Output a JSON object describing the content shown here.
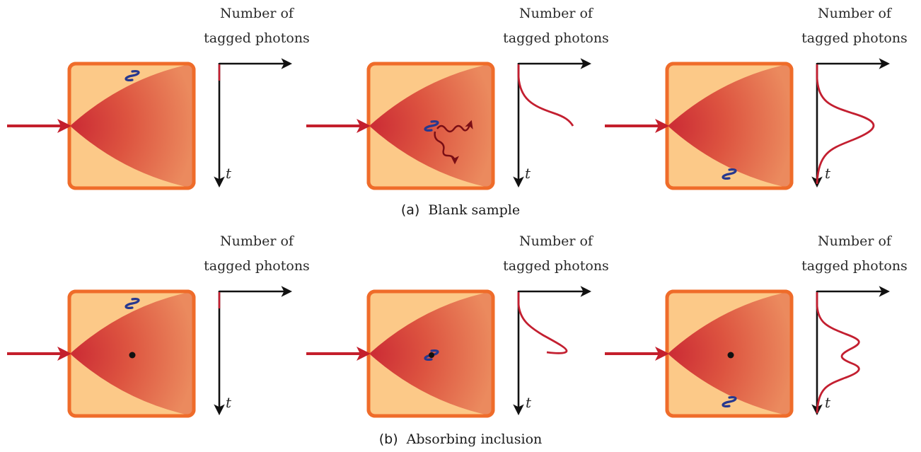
{
  "rows": [
    {
      "caption_letter": "(a)",
      "caption_text": "Blank sample",
      "panels": [
        {
          "axis_label_line1": "Number of",
          "axis_label_line2": "tagged photons",
          "time_label": "t"
        },
        {
          "axis_label_line1": "Number of",
          "axis_label_line2": "tagged photons",
          "time_label": "t"
        },
        {
          "axis_label_line1": "Number of",
          "axis_label_line2": "tagged photons",
          "time_label": "t"
        }
      ]
    },
    {
      "caption_letter": "(b)",
      "caption_text": "Absorbing inclusion",
      "panels": [
        {
          "axis_label_line1": "Number of",
          "axis_label_line2": "tagged photons",
          "time_label": "t"
        },
        {
          "axis_label_line1": "Number of",
          "axis_label_line2": "tagged photons",
          "time_label": "t"
        },
        {
          "axis_label_line1": "Number of",
          "axis_label_line2": "tagged photons",
          "time_label": "t"
        }
      ]
    }
  ],
  "colors": {
    "sample_fill": "#fcc988",
    "sample_border": "#ef6c2a",
    "cone_inner": "#cc2d35",
    "cone_outer": "#e46b4c",
    "laser": "#c41f2c",
    "acoustic_wave": "#27388f",
    "scatter_arrow": "#7a0e15",
    "signal_curve": "#c31f30",
    "axis": "#111111"
  }
}
